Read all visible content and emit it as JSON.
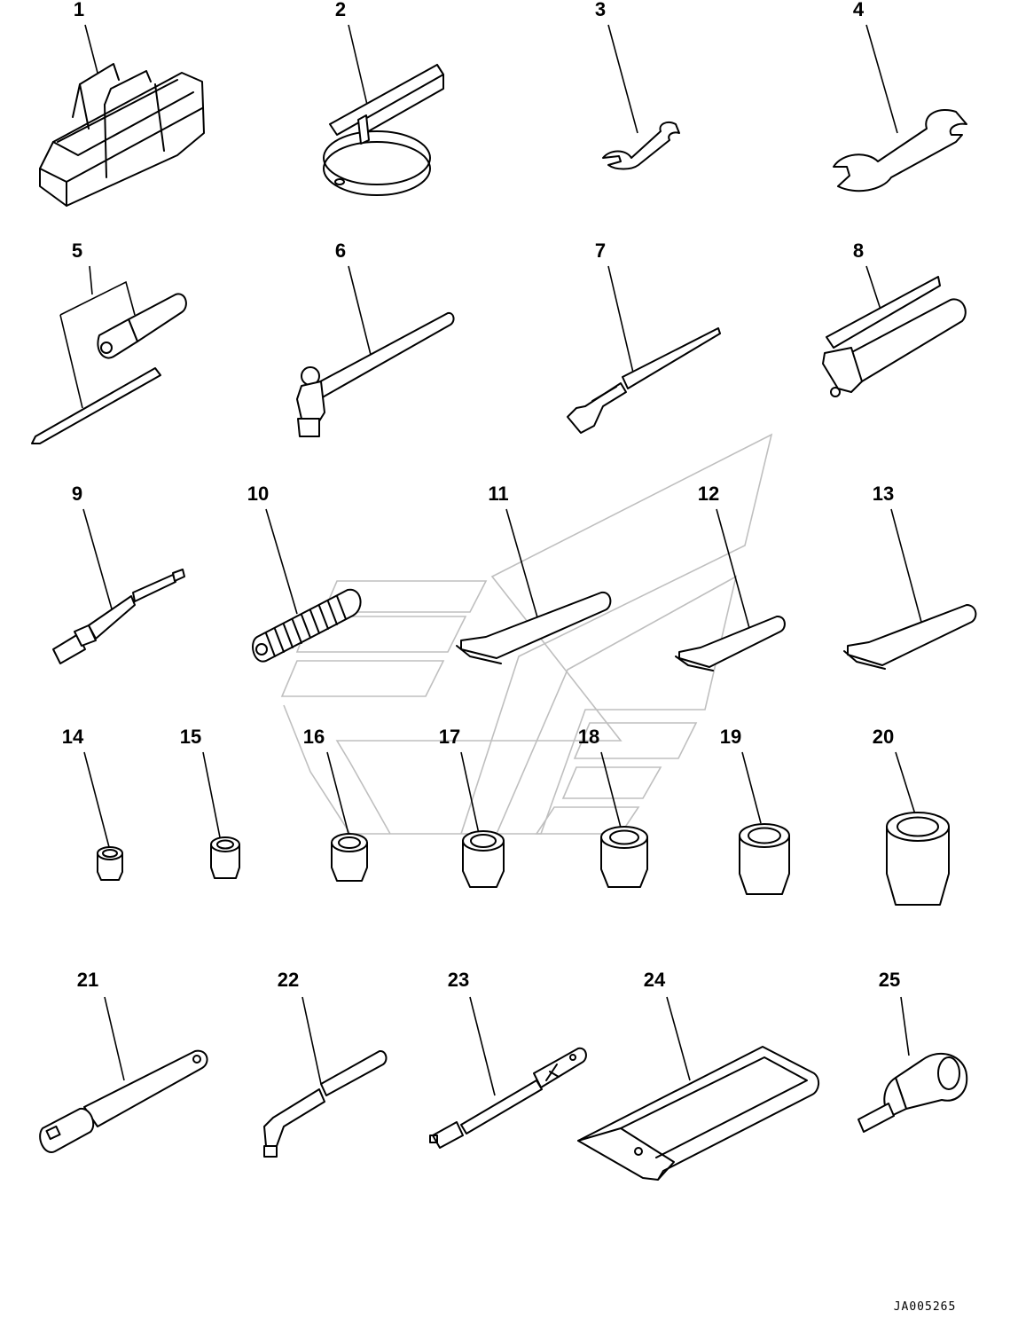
{
  "diagram": {
    "drawing_code": "JA005265",
    "callouts": [
      {
        "id": "callout-1",
        "label": "1"
      },
      {
        "id": "callout-2",
        "label": "2"
      },
      {
        "id": "callout-3",
        "label": "3"
      },
      {
        "id": "callout-4",
        "label": "4"
      },
      {
        "id": "callout-5",
        "label": "5"
      },
      {
        "id": "callout-6",
        "label": "6"
      },
      {
        "id": "callout-7",
        "label": "7"
      },
      {
        "id": "callout-8",
        "label": "8"
      },
      {
        "id": "callout-9",
        "label": "9"
      },
      {
        "id": "callout-10",
        "label": "10"
      },
      {
        "id": "callout-11",
        "label": "11"
      },
      {
        "id": "callout-12",
        "label": "12"
      },
      {
        "id": "callout-13",
        "label": "13"
      },
      {
        "id": "callout-14",
        "label": "14"
      },
      {
        "id": "callout-15",
        "label": "15"
      },
      {
        "id": "callout-16",
        "label": "16"
      },
      {
        "id": "callout-17",
        "label": "17"
      },
      {
        "id": "callout-18",
        "label": "18"
      },
      {
        "id": "callout-19",
        "label": "19"
      },
      {
        "id": "callout-20",
        "label": "20"
      },
      {
        "id": "callout-21",
        "label": "21"
      },
      {
        "id": "callout-22",
        "label": "22"
      },
      {
        "id": "callout-23",
        "label": "23"
      },
      {
        "id": "callout-24",
        "label": "24"
      },
      {
        "id": "callout-25",
        "label": "25"
      }
    ]
  },
  "colors": {
    "line": "#000000",
    "background": "#ffffff",
    "watermark": "#bfbfbf"
  }
}
